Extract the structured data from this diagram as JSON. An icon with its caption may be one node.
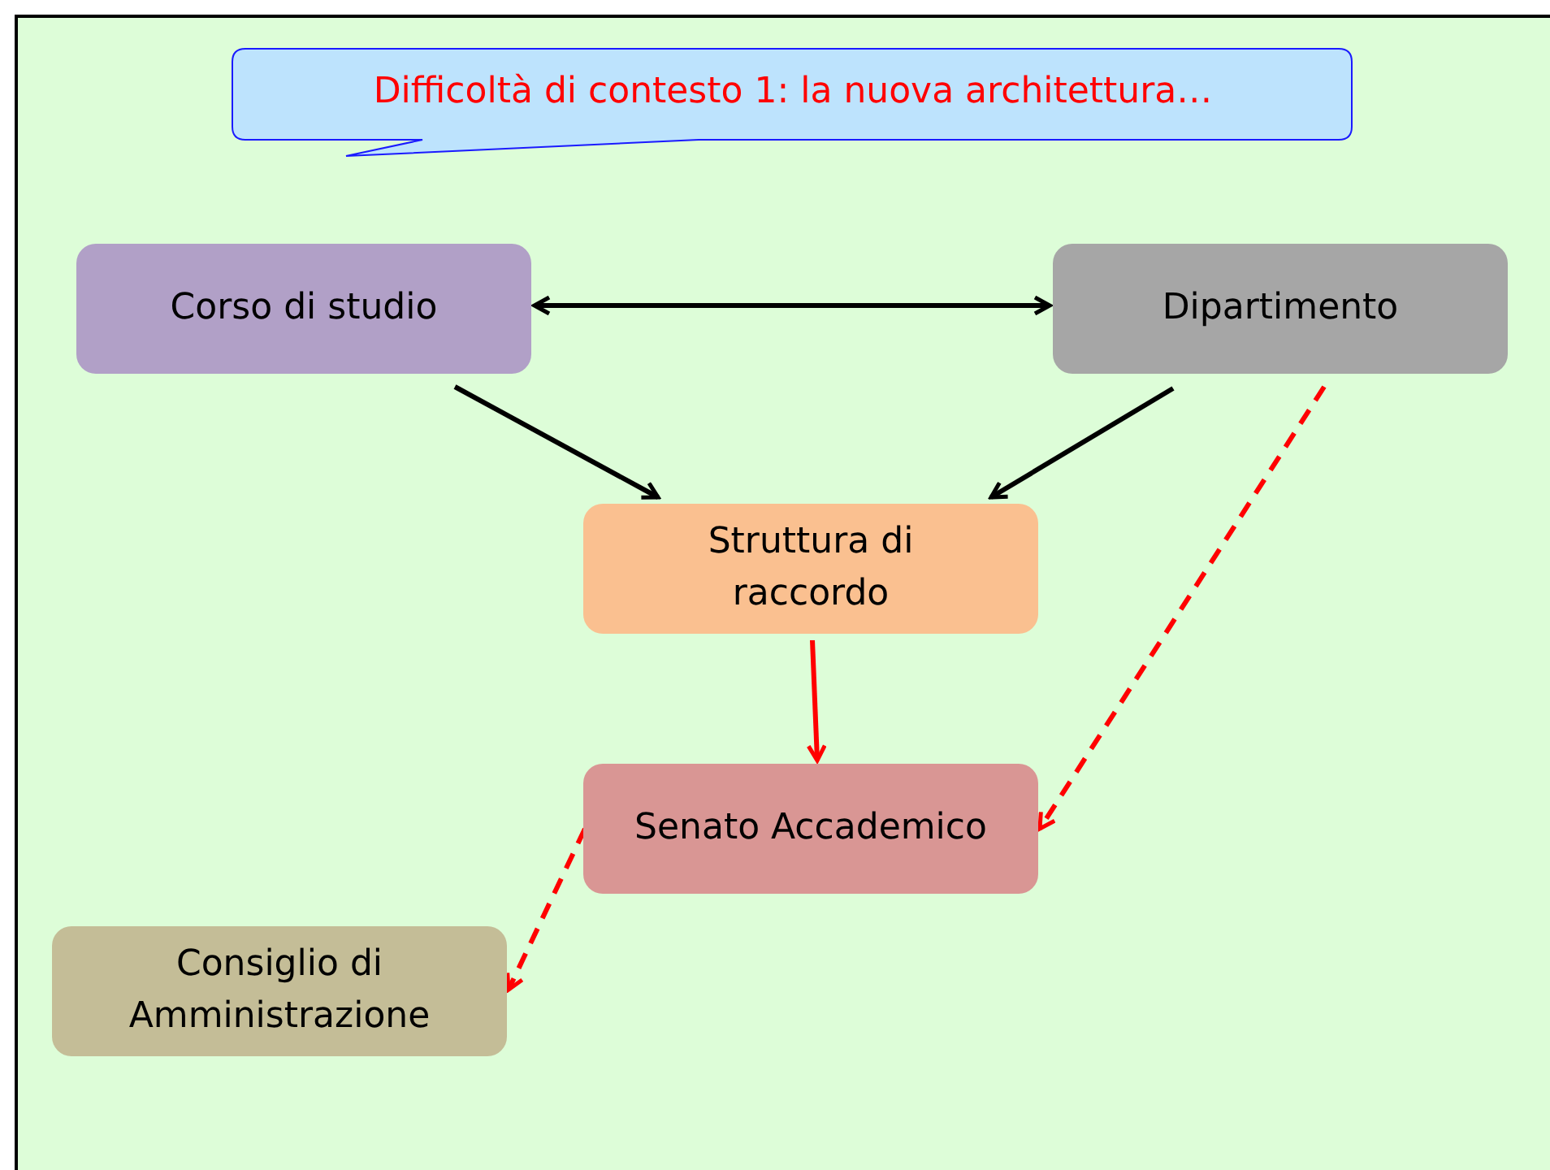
{
  "diagram": {
    "title": "Difficoltà di contesto 1: la nuova architettura…",
    "nodes": [
      {
        "text": [
          "Corso di studio"
        ]
      },
      {
        "text": [
          "Dipartimento"
        ]
      },
      {
        "text": [
          "Struttura di raccordo"
        ]
      },
      {
        "text": [
          "Senato Accademico"
        ]
      },
      {
        "text": [
          "Consiglio di Amministrazione"
        ]
      }
    ],
    "edges": [
      {
        "from": 0,
        "to": 1,
        "arrow": "both"
      },
      {
        "from": 0,
        "to": 2,
        "arrow": "to"
      },
      {
        "from": 1,
        "to": 2,
        "arrow": "to"
      },
      {
        "from": 2,
        "to": 3,
        "arrow": "to",
        "color": "#ff0000"
      },
      {
        "from": 1,
        "to": 3,
        "arrow": "to",
        "style": "dashed",
        "color": "#ff0000"
      },
      {
        "from": 3,
        "to": 4,
        "arrow": "to",
        "style": "dashed",
        "color": "#ff0000"
      }
    ]
  }
}
